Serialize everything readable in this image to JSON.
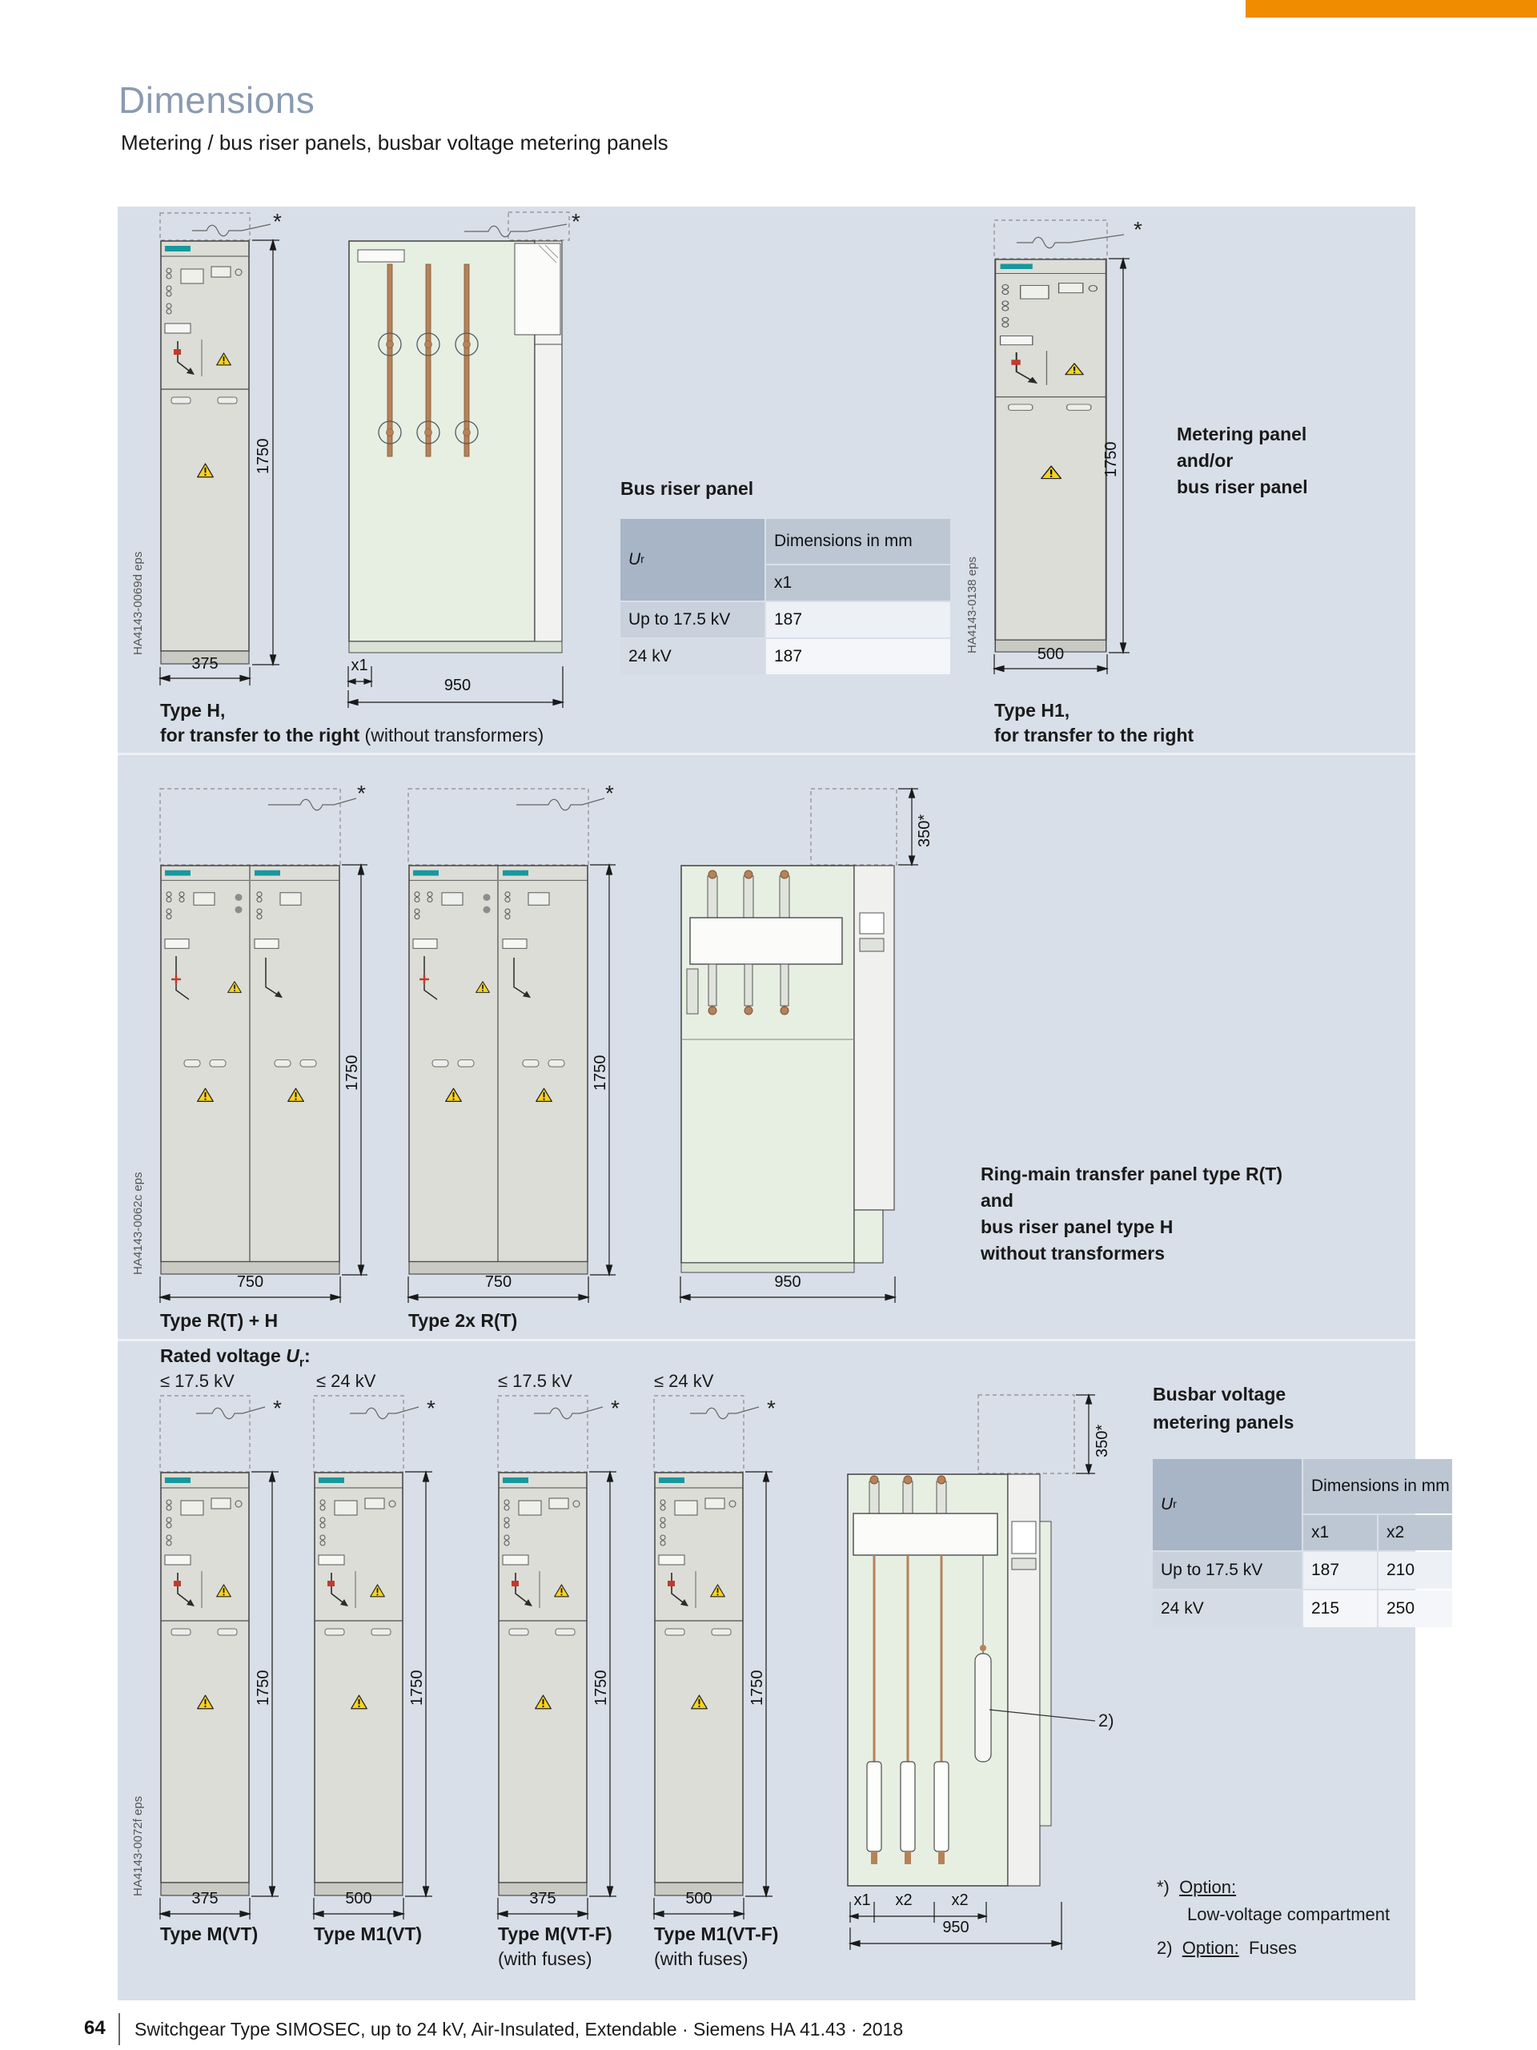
{
  "colors": {
    "accent_orange": "#f08c00",
    "panel_background": "#d9dfe8",
    "title_gray_blue": "#8a9ab0",
    "warning_yellow": "#f7d21e",
    "copper": "#b5825a",
    "drawing_green": "#e7efe3",
    "cabinet_gray": "#dcddd7",
    "table_header_dark": "#a8b5c6",
    "table_header_mid": "#bdc7d4"
  },
  "header": {
    "title": "Dimensions",
    "subtitle": "Metering / bus riser panels, busbar voltage metering panels"
  },
  "top": {
    "type_h": {
      "eps": "HA4143-0069d eps",
      "star": "*",
      "dim_height": "1750",
      "dim_width": "375",
      "caption1": "Type H,",
      "caption2_bold": "for transfer to the right",
      "caption2_normal": " (without transformers)"
    },
    "bus_riser": {
      "title": "Bus riser panel",
      "star": "*",
      "dim_x1": "x1",
      "dim_width": "950"
    },
    "table": {
      "u": "U",
      "u_sub": "r",
      "dims_header": "Dimensions in mm",
      "col_x1": "x1",
      "rows": [
        {
          "label": "Up to 17.5 kV",
          "x1": "187"
        },
        {
          "label": "24 kV",
          "x1": "187"
        }
      ]
    },
    "type_h1": {
      "eps": "HA4143-0138 eps",
      "star": "*",
      "dim_height": "1750",
      "dim_width": "500",
      "caption1": "Type H1,",
      "caption2": "for transfer to the right",
      "note1": "Metering panel",
      "note2": "and/or",
      "note3": "bus riser panel"
    }
  },
  "middle": {
    "eps": "HA4143-0062c eps",
    "rt_h": {
      "star": "*",
      "dim_height": "1750",
      "dim_width": "750",
      "caption": "Type R(T) + H"
    },
    "rt_2x": {
      "star": "*",
      "dim_height": "1750",
      "dim_width": "750",
      "caption": "Type 2x R(T)"
    },
    "side": {
      "dim_top": "350*",
      "dim_width": "950"
    },
    "note1": "Ring-main transfer panel type R(T)",
    "note2": "and",
    "note3": "bus riser panel type H",
    "note4": "without transformers"
  },
  "bottom": {
    "eps": "HA4143-0072f eps",
    "rated_prefix": "Rated voltage ",
    "u": "U",
    "u_sub": "r",
    "rated_suffix": ":",
    "voltages": [
      "≤ 17.5 kV",
      "≤ 24 kV",
      "≤ 17.5 kV",
      "≤ 24 kV"
    ],
    "cabinets": [
      {
        "star": "*",
        "dim_height": "1750",
        "dim_width": "375",
        "caption": "Type M(VT)",
        "subcaption": ""
      },
      {
        "star": "*",
        "dim_height": "1750",
        "dim_width": "500",
        "caption": "Type M1(VT)",
        "subcaption": ""
      },
      {
        "star": "*",
        "dim_height": "1750",
        "dim_width": "375",
        "caption": "Type M(VT-F)",
        "subcaption": "(with fuses)"
      },
      {
        "star": "*",
        "dim_height": "1750",
        "dim_width": "500",
        "caption": "Type M1(VT-F)",
        "subcaption": "(with fuses)"
      }
    ],
    "side": {
      "dim_top": "350*",
      "dim_x1": "x1",
      "dim_x2a": "x2",
      "dim_x2b": "x2",
      "dim_width": "950",
      "callout": "2)"
    },
    "panel_title1": "Busbar voltage",
    "panel_title2": "metering panels",
    "table": {
      "u": "U",
      "u_sub": "r",
      "dims_header": "Dimensions in mm",
      "col_x1": "x1",
      "col_x2": "x2",
      "rows": [
        {
          "label": "Up to 17.5 kV",
          "x1": "187",
          "x2": "210"
        },
        {
          "label": "24 kV",
          "x1": "215",
          "x2": "250"
        }
      ]
    },
    "notes": {
      "n1_prefix": "*)",
      "n1_label": "Option:",
      "n1_text": "Low-voltage compartment",
      "n2_prefix": "2)",
      "n2_label": "Option:",
      "n2_text": "Fuses"
    }
  },
  "footer": {
    "page_number": "64",
    "text": "Switchgear Type SIMOSEC, up to 24 kV, Air-Insulated, Extendable · Siemens HA 41.43 · 2018"
  }
}
